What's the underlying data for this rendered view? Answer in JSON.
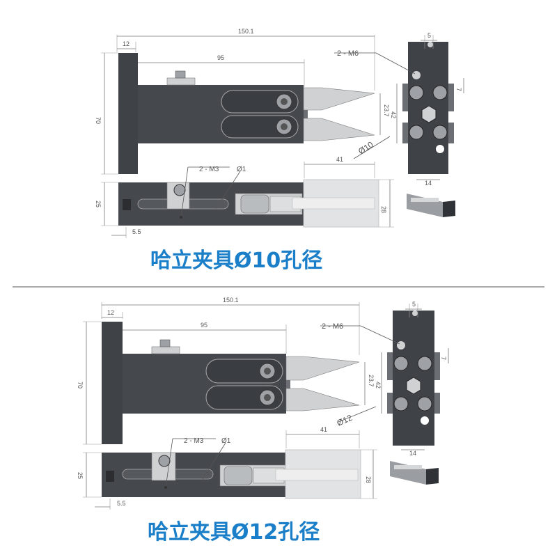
{
  "colors": {
    "body_dark": "#3f4247",
    "body_mid": "#55595e",
    "jaw": "#cfd1d3",
    "caption": "#1a7fc8",
    "cylinder": "#e2e3e4"
  },
  "panels": [
    {
      "caption": "哈立夹具Ø10孔径",
      "dims": {
        "overall": "150.1",
        "flange": "12",
        "body": "95",
        "height": "70",
        "thread_top": "2 - M6",
        "thread_side": "2 - M3",
        "bore": "Ø10",
        "bore_small": "Ø1",
        "cyl_len": "41",
        "cyl_h": "28",
        "side_h": "25",
        "offset": "5.5",
        "end_w": "5",
        "end_h": "7",
        "stroke": "23.7",
        "end_span": "42",
        "end_bottom": "14"
      }
    },
    {
      "caption": "哈立夹具Ø12孔径",
      "dims": {
        "overall": "150.1",
        "flange": "12",
        "body": "95",
        "height": "70",
        "thread_top": "2 - M6",
        "thread_side": "2 - M3",
        "bore": "Ø12",
        "bore_small": "Ø1",
        "cyl_len": "41",
        "cyl_h": "28",
        "side_h": "25",
        "offset": "5.5",
        "end_w": "5",
        "end_h": "7",
        "stroke": "23.7",
        "end_span": "42",
        "end_bottom": "14"
      }
    }
  ]
}
